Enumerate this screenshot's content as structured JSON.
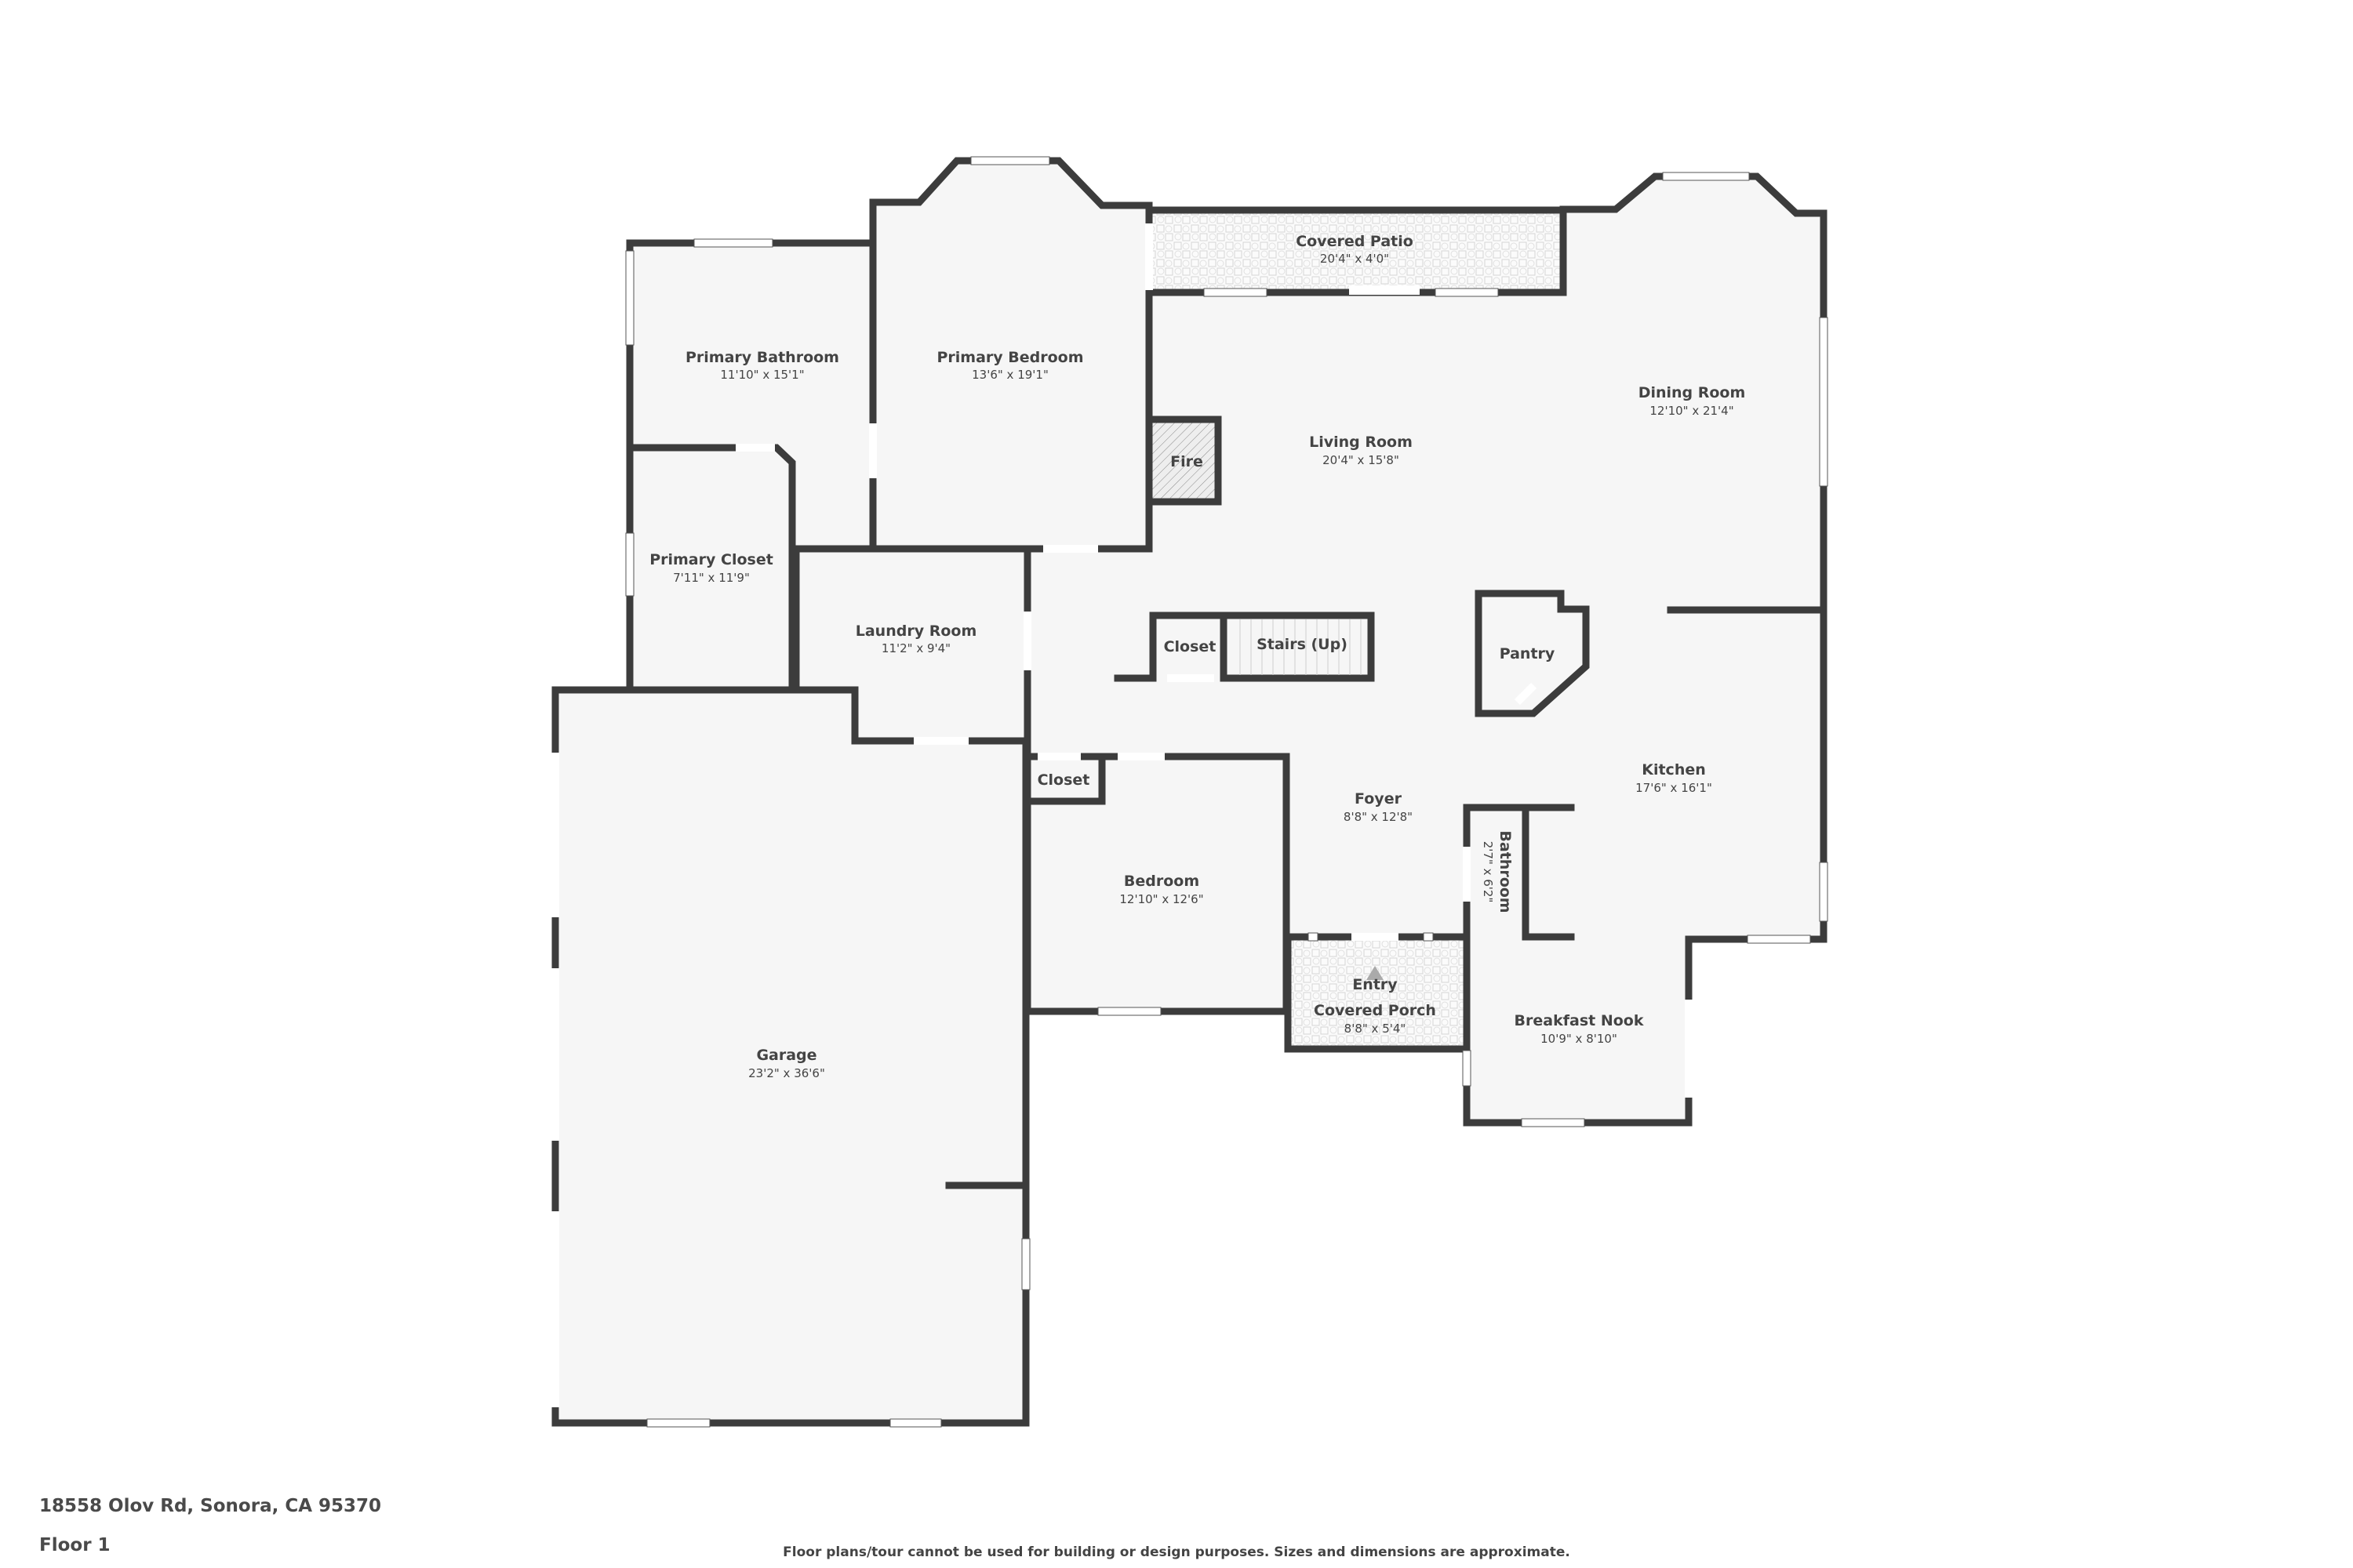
{
  "footer": {
    "address": "18558 Olov Rd, Sonora, CA 95370",
    "floor": "Floor 1",
    "disclaimer": "Floor plans/tour cannot be used for building or design purposes. Sizes and dimensions are approximate."
  },
  "colors": {
    "wall": "#3c3c3c",
    "floor": "#f6f6f6",
    "background": "#ffffff",
    "text": "#444444",
    "entry_marker": "#aaaaaa"
  },
  "rooms": {
    "primary_bathroom": {
      "name": "Primary Bathroom",
      "dims": "11'10\" x 15'1\""
    },
    "primary_bedroom": {
      "name": "Primary Bedroom",
      "dims": "13'6\" x 19'1\""
    },
    "covered_patio": {
      "name": "Covered Patio",
      "dims": "20'4\" x 4'0\""
    },
    "dining_room": {
      "name": "Dining Room",
      "dims": "12'10\" x 21'4\""
    },
    "living_room": {
      "name": "Living Room",
      "dims": "20'4\" x 15'8\""
    },
    "fireplace": {
      "name": "Fire"
    },
    "primary_closet": {
      "name": "Primary Closet",
      "dims": "7'11\" x 11'9\""
    },
    "laundry_room": {
      "name": "Laundry Room",
      "dims": "11'2\" x 9'4\""
    },
    "hall_closet": {
      "name": "Closet"
    },
    "stairs": {
      "name": "Stairs (Up)"
    },
    "pantry": {
      "name": "Pantry"
    },
    "kitchen": {
      "name": "Kitchen",
      "dims": "17'6\" x 16'1\""
    },
    "bedroom_closet": {
      "name": "Closet"
    },
    "foyer": {
      "name": "Foyer",
      "dims": "8'8\" x 12'8\""
    },
    "bathroom": {
      "name": "Bathroom",
      "dims": "2'7\" x 6'2\""
    },
    "bedroom": {
      "name": "Bedroom",
      "dims": "12'10\" x 12'6\""
    },
    "entry": {
      "name": "Entry"
    },
    "covered_porch": {
      "name": "Covered Porch",
      "dims": "8'8\" x 5'4\""
    },
    "breakfast_nook": {
      "name": "Breakfast Nook",
      "dims": "10'9\" x 8'10\""
    },
    "garage": {
      "name": "Garage",
      "dims": "23'2\" x 36'6\""
    }
  }
}
